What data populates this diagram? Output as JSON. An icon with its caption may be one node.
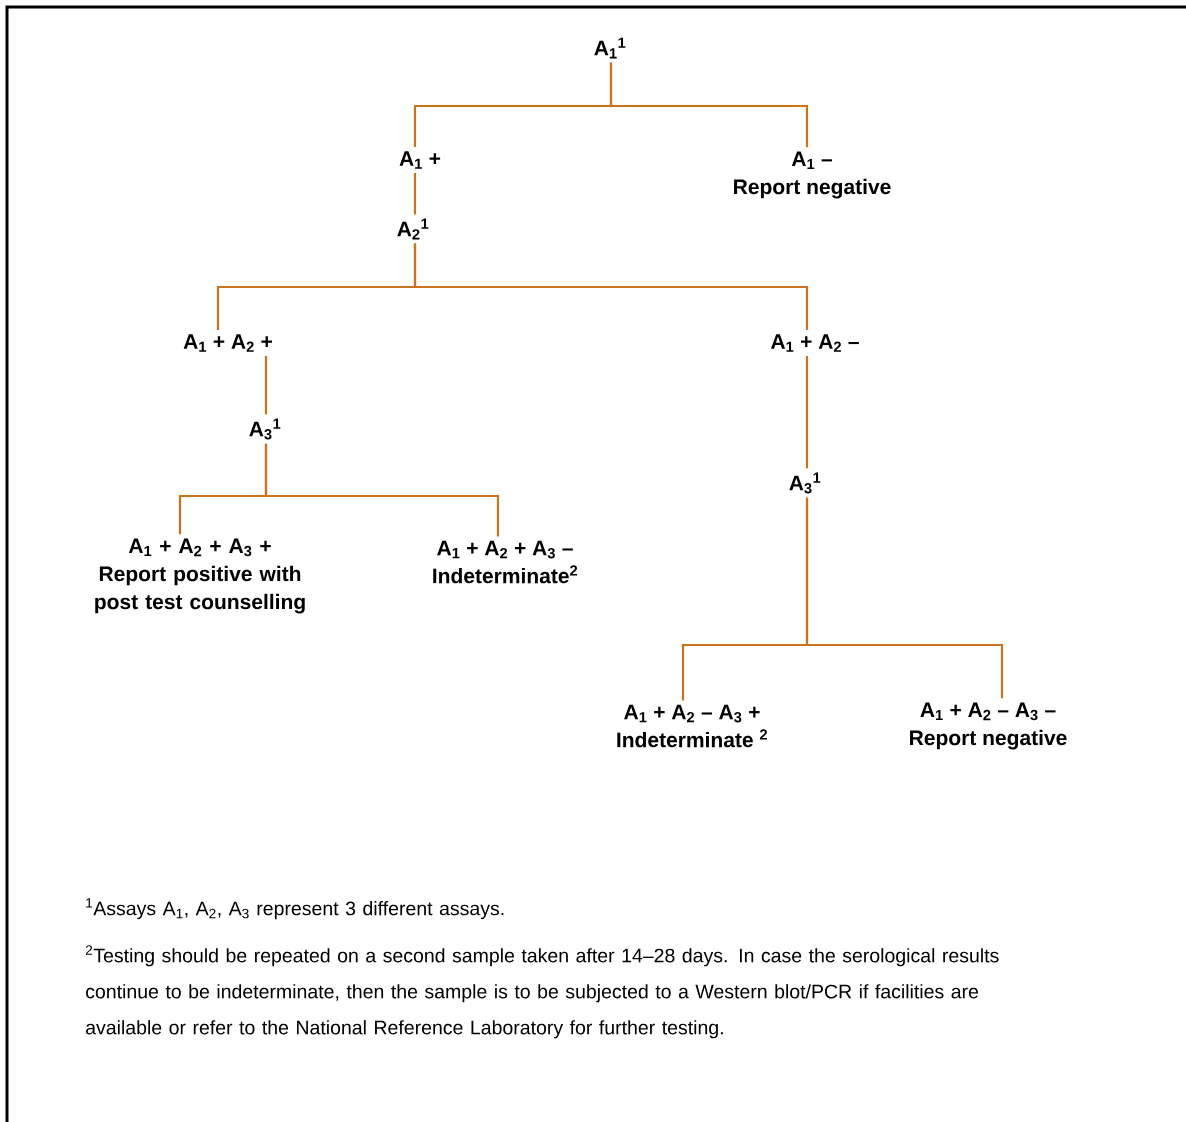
{
  "diagram": {
    "nodes": [
      {
        "text": [
          "A$_{1}$$^{1}$"
        ]
      },
      {
        "text": [
          "A$_{1}$ +"
        ]
      },
      {
        "text": [
          "A$_{2}$$^{1}$"
        ]
      },
      {
        "text": [
          "A$_{1}$ –",
          "Report negative"
        ]
      },
      {
        "text": [
          "A$_{1}$ + A$_{2}$ +"
        ]
      },
      {
        "text": [
          "A$_{1}$ + A$_{2}$ –"
        ]
      },
      {
        "text": [
          "A$_{3}$$^{1}$"
        ]
      },
      {
        "text": [
          "A$_{3}$$^{1}$"
        ]
      },
      {
        "text": [
          "A$_{1}$ +   A$_{2}$ +   A$_{3}$ +",
          "Report positive with post test counselling"
        ]
      },
      {
        "text": [
          "A$_{1}$ +   A$_{2}$ +   A$_{3}$ –",
          "Indeterminate$^{2}$"
        ]
      },
      {
        "text": [
          "A$_{1}$ +   A$_{2}$ –   A$_{3}$ +",
          "Indeterminate $^{2}$"
        ]
      },
      {
        "text": [
          "A$_{1}$ +   A$_{2}$ –  A$_{3}$ –",
          "Report negative"
        ]
      }
    ],
    "edges": [
      {
        "from": 0,
        "to": 1,
        "arrow": "none"
      },
      {
        "from": 0,
        "to": 3,
        "arrow": "none"
      },
      {
        "from": 1,
        "to": 2,
        "arrow": "none"
      },
      {
        "from": 2,
        "to": 4,
        "arrow": "none"
      },
      {
        "from": 2,
        "to": 5,
        "arrow": "none"
      },
      {
        "from": 4,
        "to": 6,
        "arrow": "none"
      },
      {
        "from": 6,
        "to": 8,
        "arrow": "none"
      },
      {
        "from": 6,
        "to": 9,
        "arrow": "none"
      },
      {
        "from": 5,
        "to": 7,
        "arrow": "none"
      },
      {
        "from": 7,
        "to": 10,
        "arrow": "none"
      },
      {
        "from": 7,
        "to": 11,
        "arrow": "none"
      }
    ],
    "labels": [
      "$^{1}$Assays A$_{1}$, A$_{2}$, A$_{3}$ represent 3 different assays.",
      "$^{2}$Testing should be repeated on a second sample taken after 14–28 days. In case the serological results continue to be indeterminate, then the sample is to be subjected to a Western blot/PCR if facilities are available or refer to the National Reference Laboratory for further testing."
    ]
  }
}
